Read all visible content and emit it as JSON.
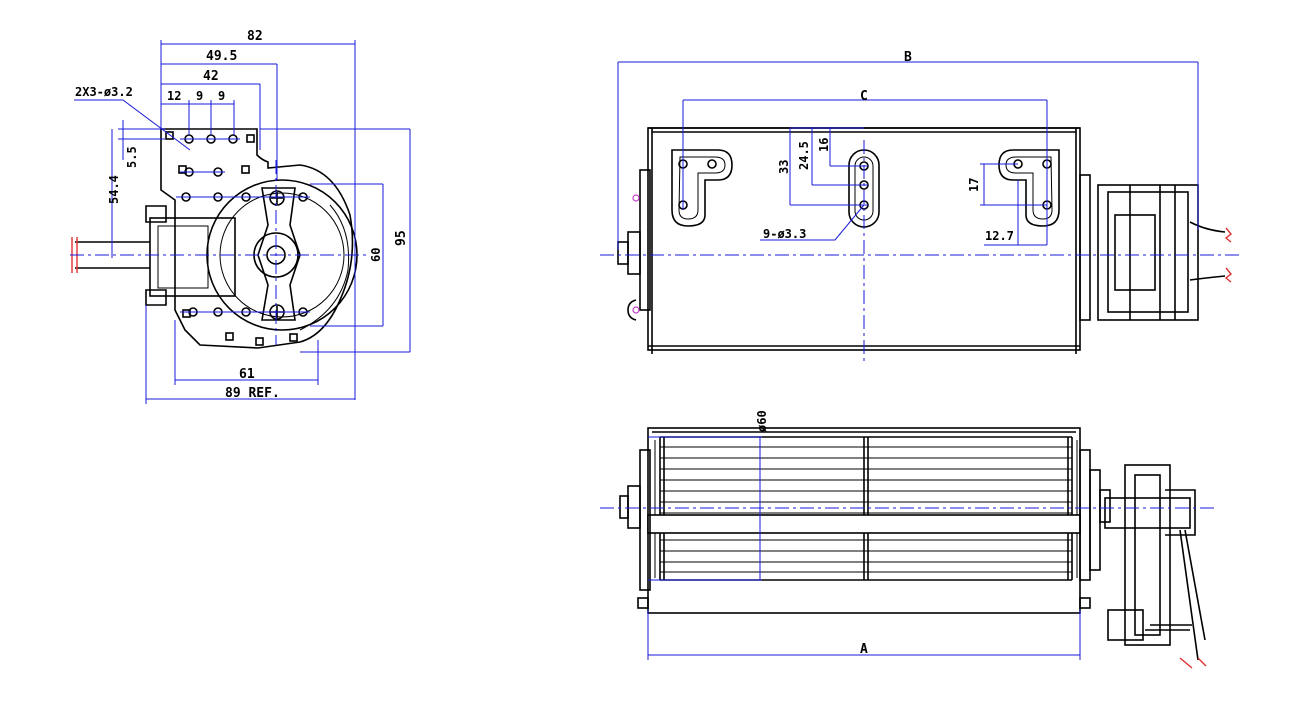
{
  "side_view": {
    "dimensions": {
      "d82": "82",
      "d49_5": "49.5",
      "d42": "42",
      "d12": "12",
      "d9a": "9",
      "d9b": "9",
      "holes": "2X3-ø3.2",
      "d5_5": "5.5",
      "d54_4": "54.4",
      "d60": "60",
      "d95": "95",
      "d61": "61",
      "d89": "89 REF."
    }
  },
  "top_view": {
    "dimensions": {
      "B": "B",
      "C": "C",
      "d33": "33",
      "d24_5": "24.5",
      "d16": "16",
      "d17": "17",
      "holes": "9-ø3.3",
      "d12_7": "12.7"
    }
  },
  "front_view": {
    "dimensions": {
      "dia60": "ø60",
      "A": "A"
    }
  },
  "colors": {
    "outline": "#000000",
    "dimension": "#1a1ad8",
    "wire_end": "#e03030",
    "marker": "#c040c0"
  }
}
